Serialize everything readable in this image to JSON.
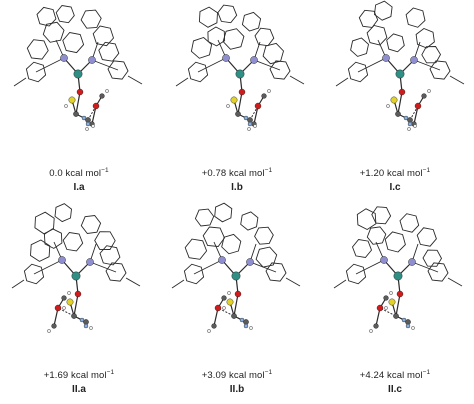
{
  "panels": [
    {
      "id": "Ia",
      "energy": "0.0 kcal mol",
      "energy_exp": "−1",
      "label": "I.a"
    },
    {
      "id": "Ib",
      "energy": "+0.78 kcal mol",
      "energy_exp": "−1",
      "label": "I.b"
    },
    {
      "id": "Ic",
      "energy": "+1.20 kcal mol",
      "energy_exp": "−1",
      "label": "I.c"
    },
    {
      "id": "IIa",
      "energy": "+1.69 kcal mol",
      "energy_exp": "−1",
      "label": "II.a"
    },
    {
      "id": "IIb",
      "energy": "+3.09 kcal mol",
      "energy_exp": "−1",
      "label": "II.b"
    },
    {
      "id": "IIc",
      "energy": "+4.24 kcal mol",
      "energy_exp": "−1",
      "label": "II.c"
    }
  ],
  "colors": {
    "bond": "#2a2a2a",
    "phosphorus": "#8f8fcf",
    "metal": "#2f8f84",
    "oxygen": "#d01c1c",
    "sulfur": "#e3d22c",
    "carbon": "#5b5b5b",
    "fluorine": "#8ab0e0",
    "hydrogen": "#f2f2f2"
  }
}
